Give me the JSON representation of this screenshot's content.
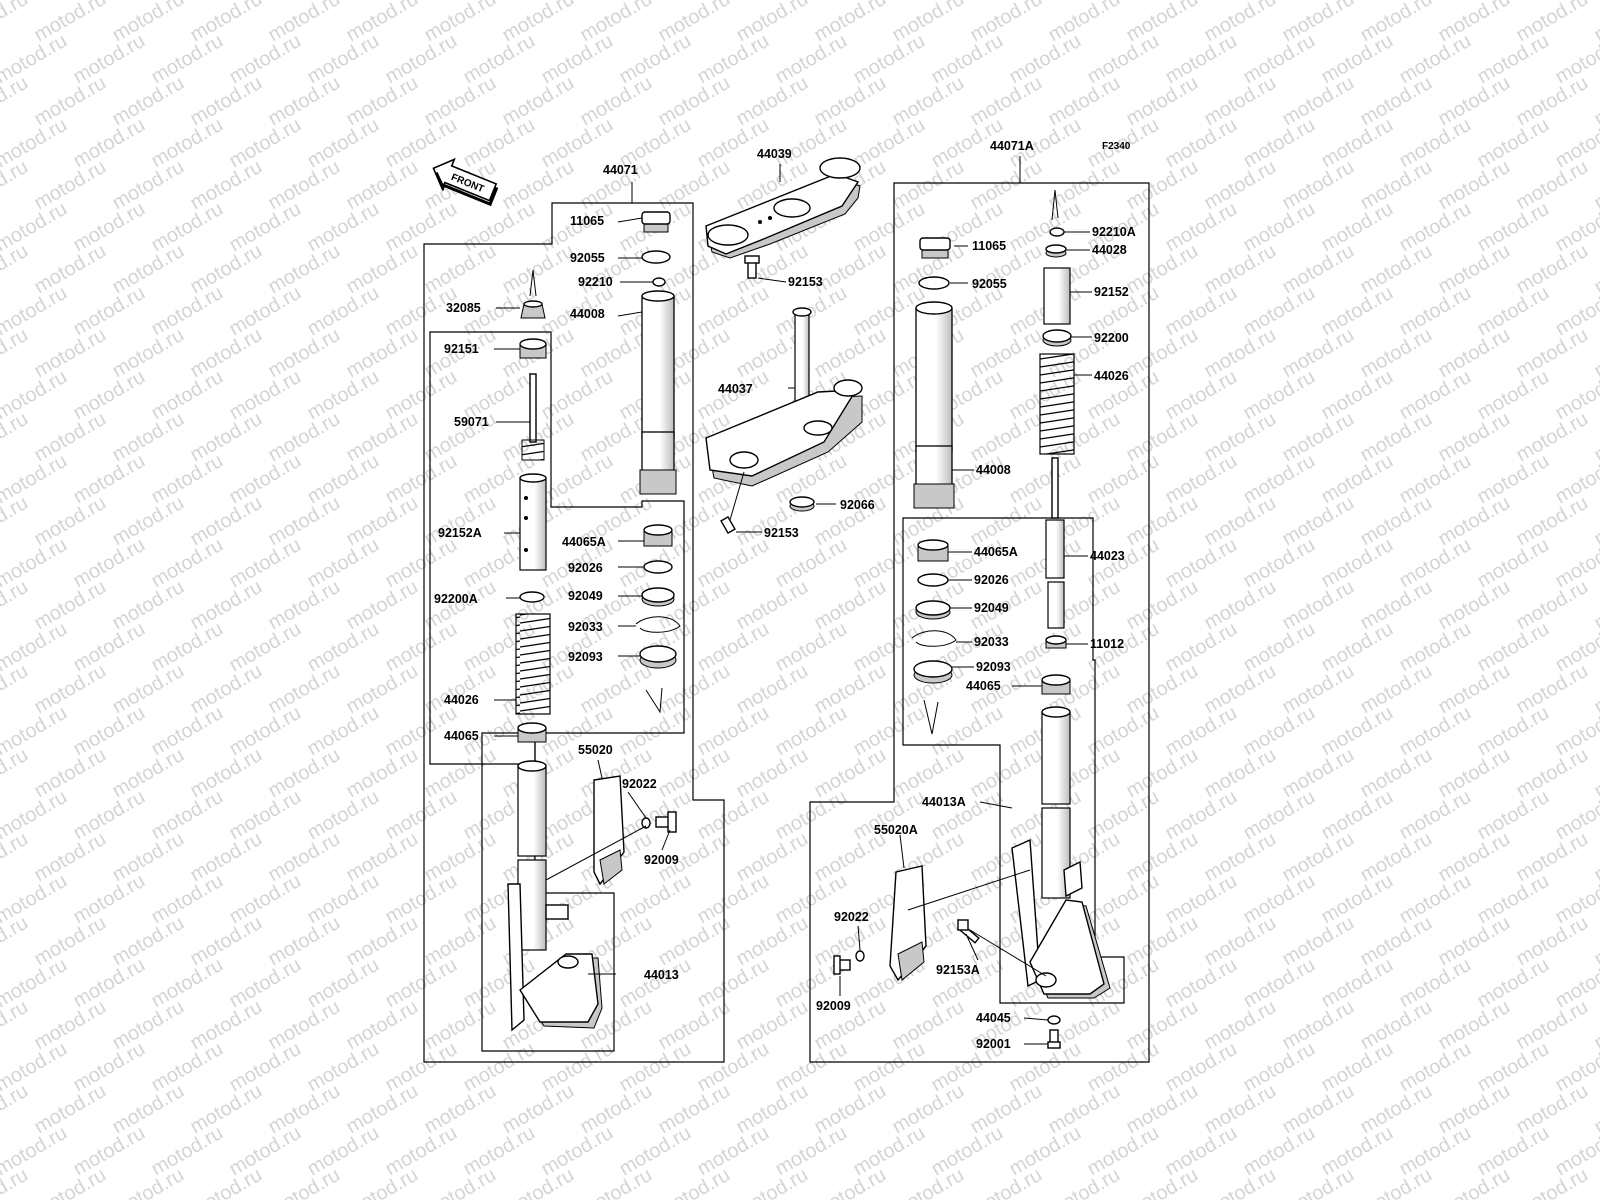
{
  "diagram": {
    "code": "F2340",
    "front_label": "FRONT",
    "watermark": "motod.ru",
    "labels": [
      {
        "id": "l-44071",
        "text": "44071"
      },
      {
        "id": "l-44039",
        "text": "44039"
      },
      {
        "id": "l-44071A",
        "text": "44071A"
      },
      {
        "id": "l-11065-left",
        "text": "11065"
      },
      {
        "id": "l-92055-left",
        "text": "92055"
      },
      {
        "id": "l-92210",
        "text": "92210"
      },
      {
        "id": "l-32085",
        "text": "32085"
      },
      {
        "id": "l-44008-left",
        "text": "44008"
      },
      {
        "id": "l-92151",
        "text": "92151"
      },
      {
        "id": "l-59071",
        "text": "59071"
      },
      {
        "id": "l-92152A",
        "text": "92152A"
      },
      {
        "id": "l-92200A",
        "text": "92200A"
      },
      {
        "id": "l-44026-left",
        "text": "44026"
      },
      {
        "id": "l-44065-left",
        "text": "44065"
      },
      {
        "id": "l-44065A-left",
        "text": "44065A"
      },
      {
        "id": "l-92026-left",
        "text": "92026"
      },
      {
        "id": "l-92049-left",
        "text": "92049"
      },
      {
        "id": "l-92033-left",
        "text": "92033"
      },
      {
        "id": "l-92093-left",
        "text": "92093"
      },
      {
        "id": "l-55020",
        "text": "55020"
      },
      {
        "id": "l-92022-left",
        "text": "92022"
      },
      {
        "id": "l-92009-left",
        "text": "92009"
      },
      {
        "id": "l-44013",
        "text": "44013"
      },
      {
        "id": "l-92153-top",
        "text": "92153"
      },
      {
        "id": "l-44037",
        "text": "44037"
      },
      {
        "id": "l-92066",
        "text": "92066"
      },
      {
        "id": "l-92153-bottom",
        "text": "92153"
      },
      {
        "id": "l-11065-right",
        "text": "11065"
      },
      {
        "id": "l-92055-right",
        "text": "92055"
      },
      {
        "id": "l-92210A",
        "text": "92210A"
      },
      {
        "id": "l-44028",
        "text": "44028"
      },
      {
        "id": "l-92152",
        "text": "92152"
      },
      {
        "id": "l-92200",
        "text": "92200"
      },
      {
        "id": "l-44026-right",
        "text": "44026"
      },
      {
        "id": "l-44008-right",
        "text": "44008"
      },
      {
        "id": "l-44065A-right",
        "text": "44065A"
      },
      {
        "id": "l-44023",
        "text": "44023"
      },
      {
        "id": "l-92026-right",
        "text": "92026"
      },
      {
        "id": "l-92049-right",
        "text": "92049"
      },
      {
        "id": "l-92033-right",
        "text": "92033"
      },
      {
        "id": "l-11012",
        "text": "11012"
      },
      {
        "id": "l-92093-right",
        "text": "92093"
      },
      {
        "id": "l-44065-right",
        "text": "44065"
      },
      {
        "id": "l-44013A",
        "text": "44013A"
      },
      {
        "id": "l-55020A",
        "text": "55020A"
      },
      {
        "id": "l-92022-right",
        "text": "92022"
      },
      {
        "id": "l-92153A",
        "text": "92153A"
      },
      {
        "id": "l-92009-right",
        "text": "92009"
      },
      {
        "id": "l-44045",
        "text": "44045"
      },
      {
        "id": "l-92001",
        "text": "92001"
      }
    ]
  }
}
